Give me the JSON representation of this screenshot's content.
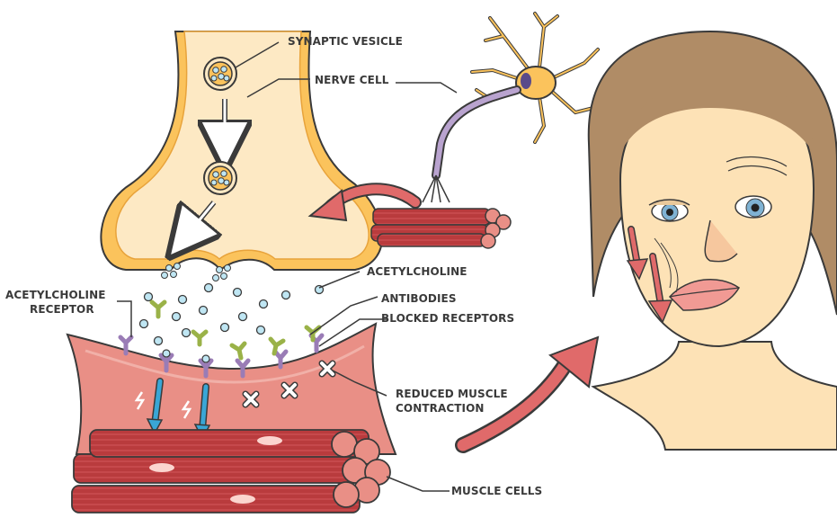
{
  "labels": {
    "synaptic_vesicle": "SYNAPTIC VESICLE",
    "nerve_cell": "NERVE CELL",
    "acetylcholine": "ACETYLCHOLINE",
    "acetylcholine_receptor_line1": "ACETYLCHOLINE",
    "acetylcholine_receptor_line2": "RECEPTOR",
    "antibodies": "ANTIBODIES",
    "blocked_receptors": "BLOCKED RECEPTORS",
    "reduced_muscle_line1": "REDUCED MUSCLE",
    "reduced_muscle_line2": "CONTRACTION",
    "muscle_cells": "MUSCLE CELLS"
  },
  "colors": {
    "terminal_fill": "#fbc35c",
    "terminal_inner": "#fde9c4",
    "muscle_pink": "#e98f86",
    "muscle_red": "#b8383a",
    "arrow_red": "#e06a6a",
    "receptor_purple": "#9a7cb6",
    "antibody_green": "#9ab248",
    "signal_blue": "#3aa6d6",
    "acetylcholine_blue": "#8fd0e8",
    "skin": "#fde2b6",
    "hair": "#b08c66",
    "outline": "#3a3a3a"
  }
}
